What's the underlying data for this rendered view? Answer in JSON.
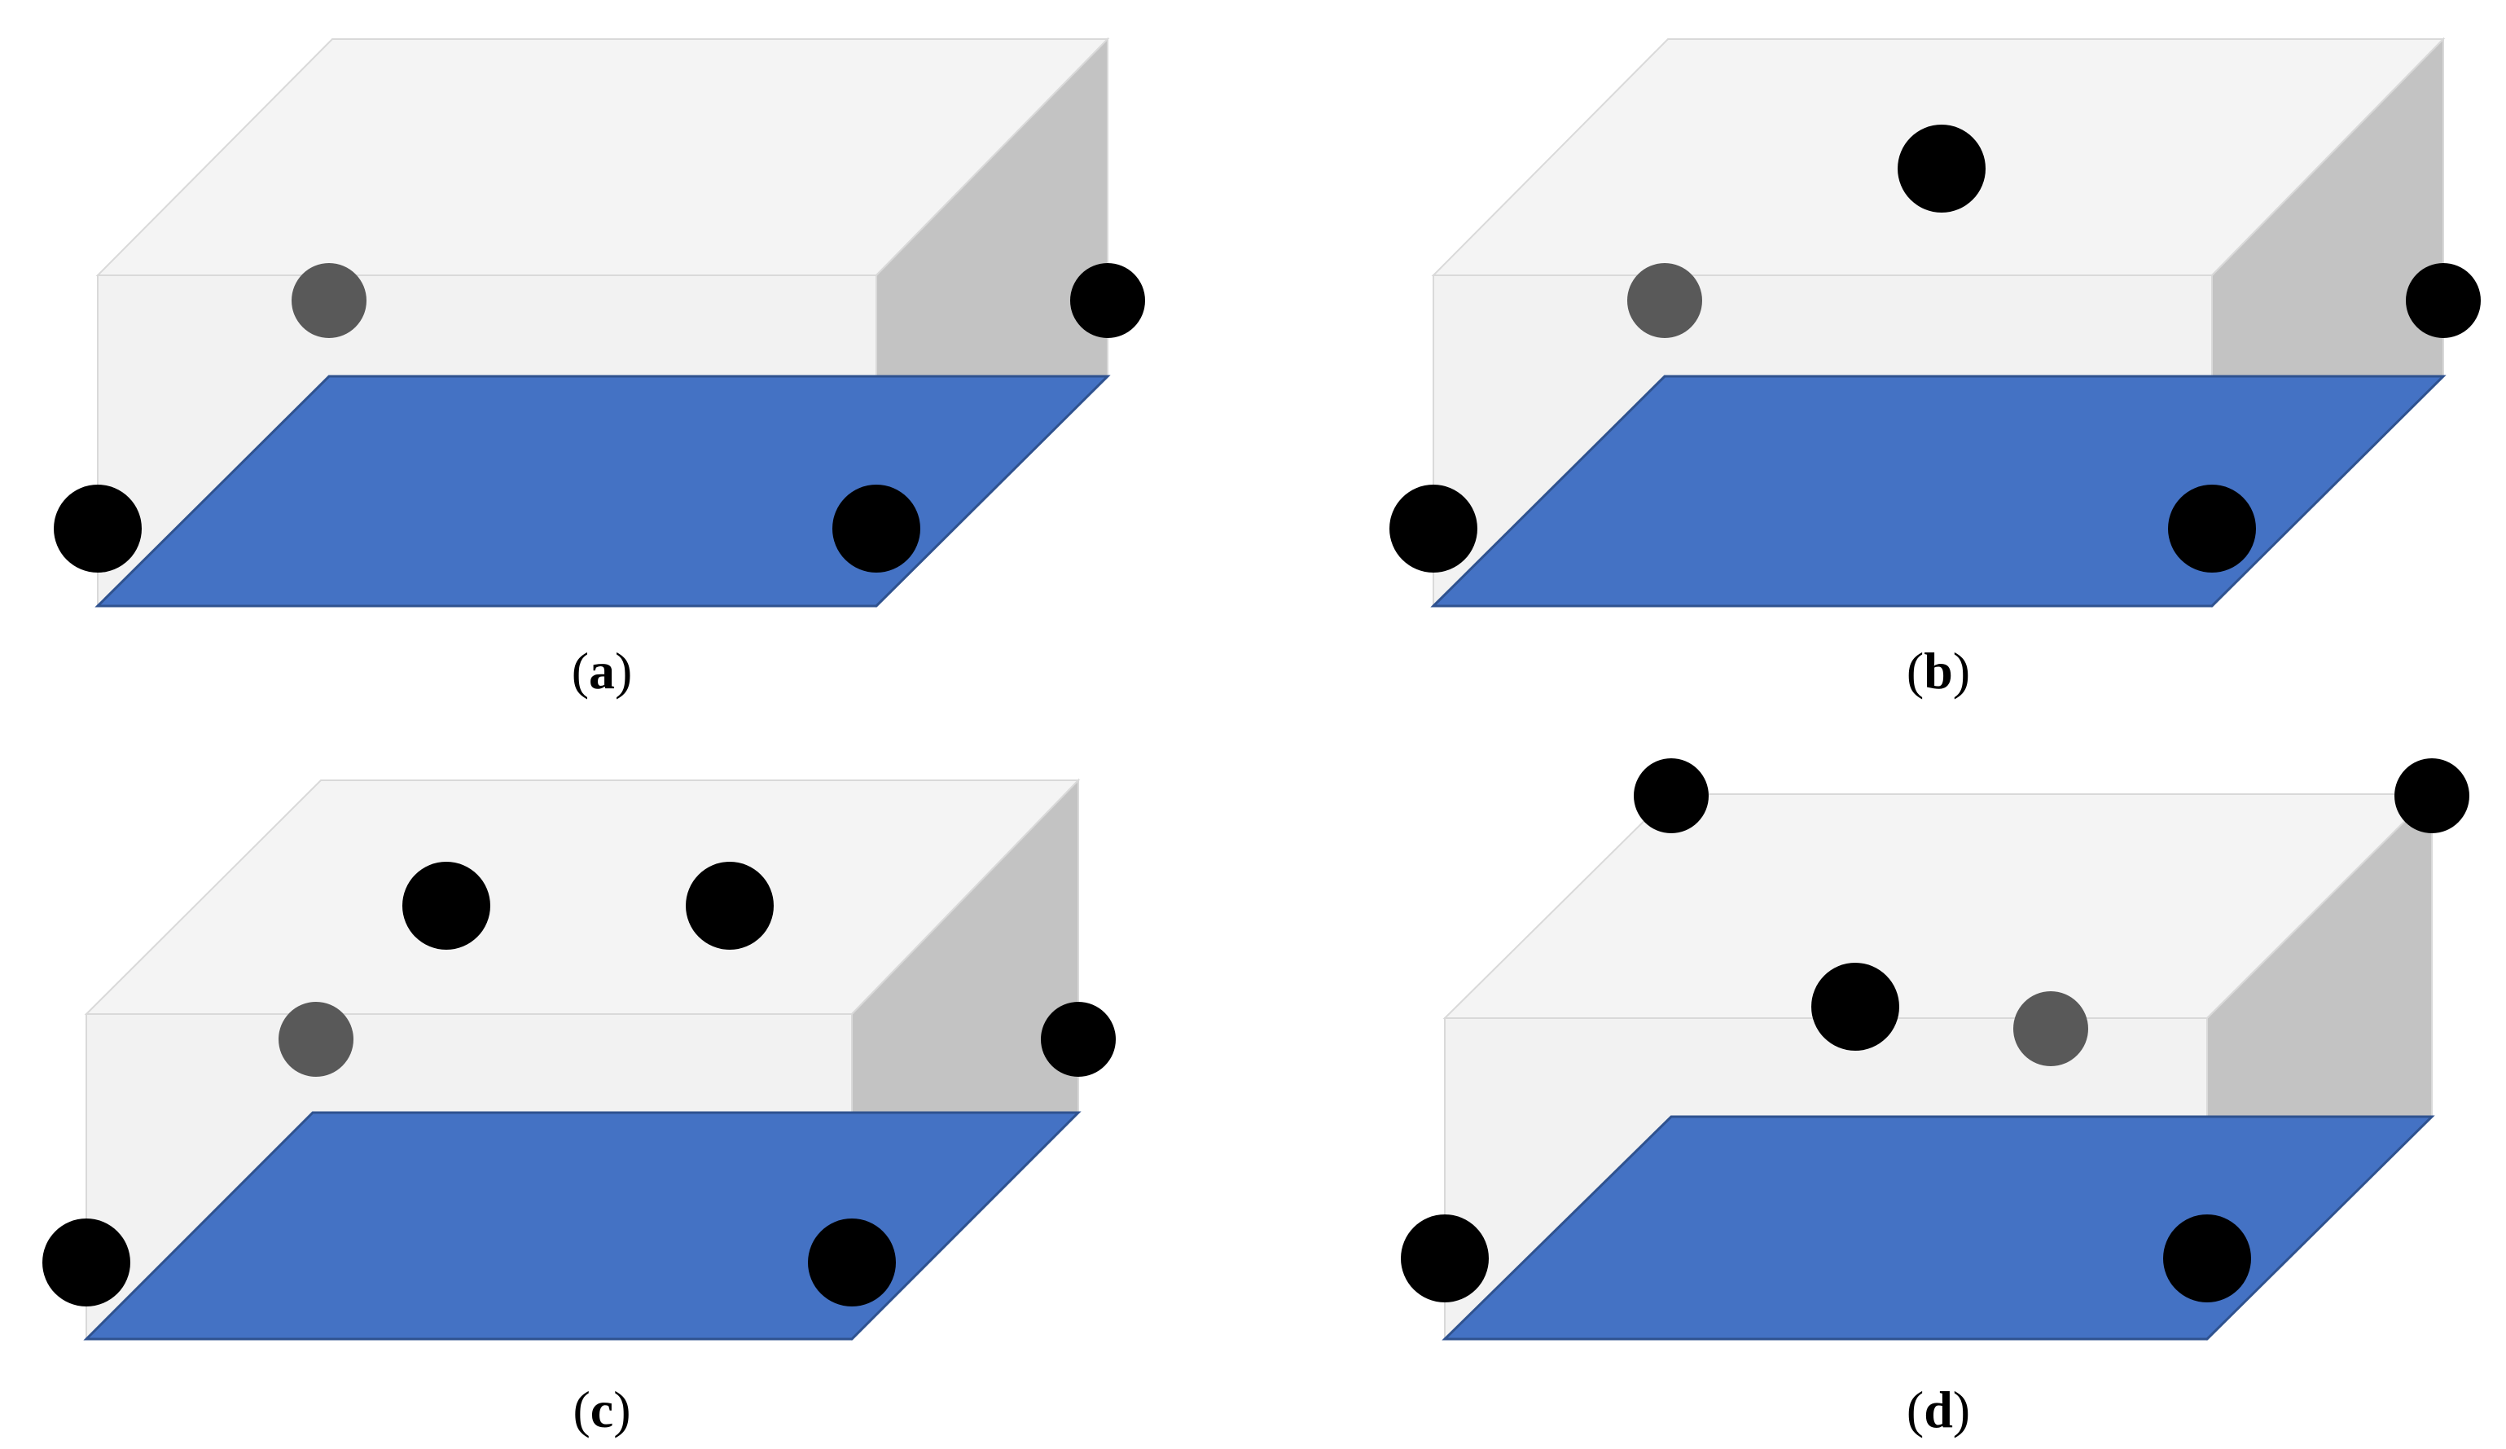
{
  "colors": {
    "background": "#ffffff",
    "box_front": "#f2f2f2",
    "box_top": "#f4f4f4",
    "box_side": "#c3c3c3",
    "box_edge": "#d9d9d9",
    "base_plane": "#4472c4",
    "base_plane_edge": "#2f528f",
    "visible_sensor": "#000000",
    "hidden_sensor": "#595959"
  },
  "panels": [
    {
      "id": "a",
      "caption": {
        "open": "(",
        "letter": "a",
        "close": ")"
      }
    },
    {
      "id": "b",
      "caption": {
        "open": "(",
        "letter": "b",
        "close": ")"
      }
    },
    {
      "id": "c",
      "caption": {
        "open": "(",
        "letter": "c",
        "close": ")"
      }
    },
    {
      "id": "d",
      "caption": {
        "open": "(",
        "letter": "d",
        "close": ")"
      }
    }
  ]
}
